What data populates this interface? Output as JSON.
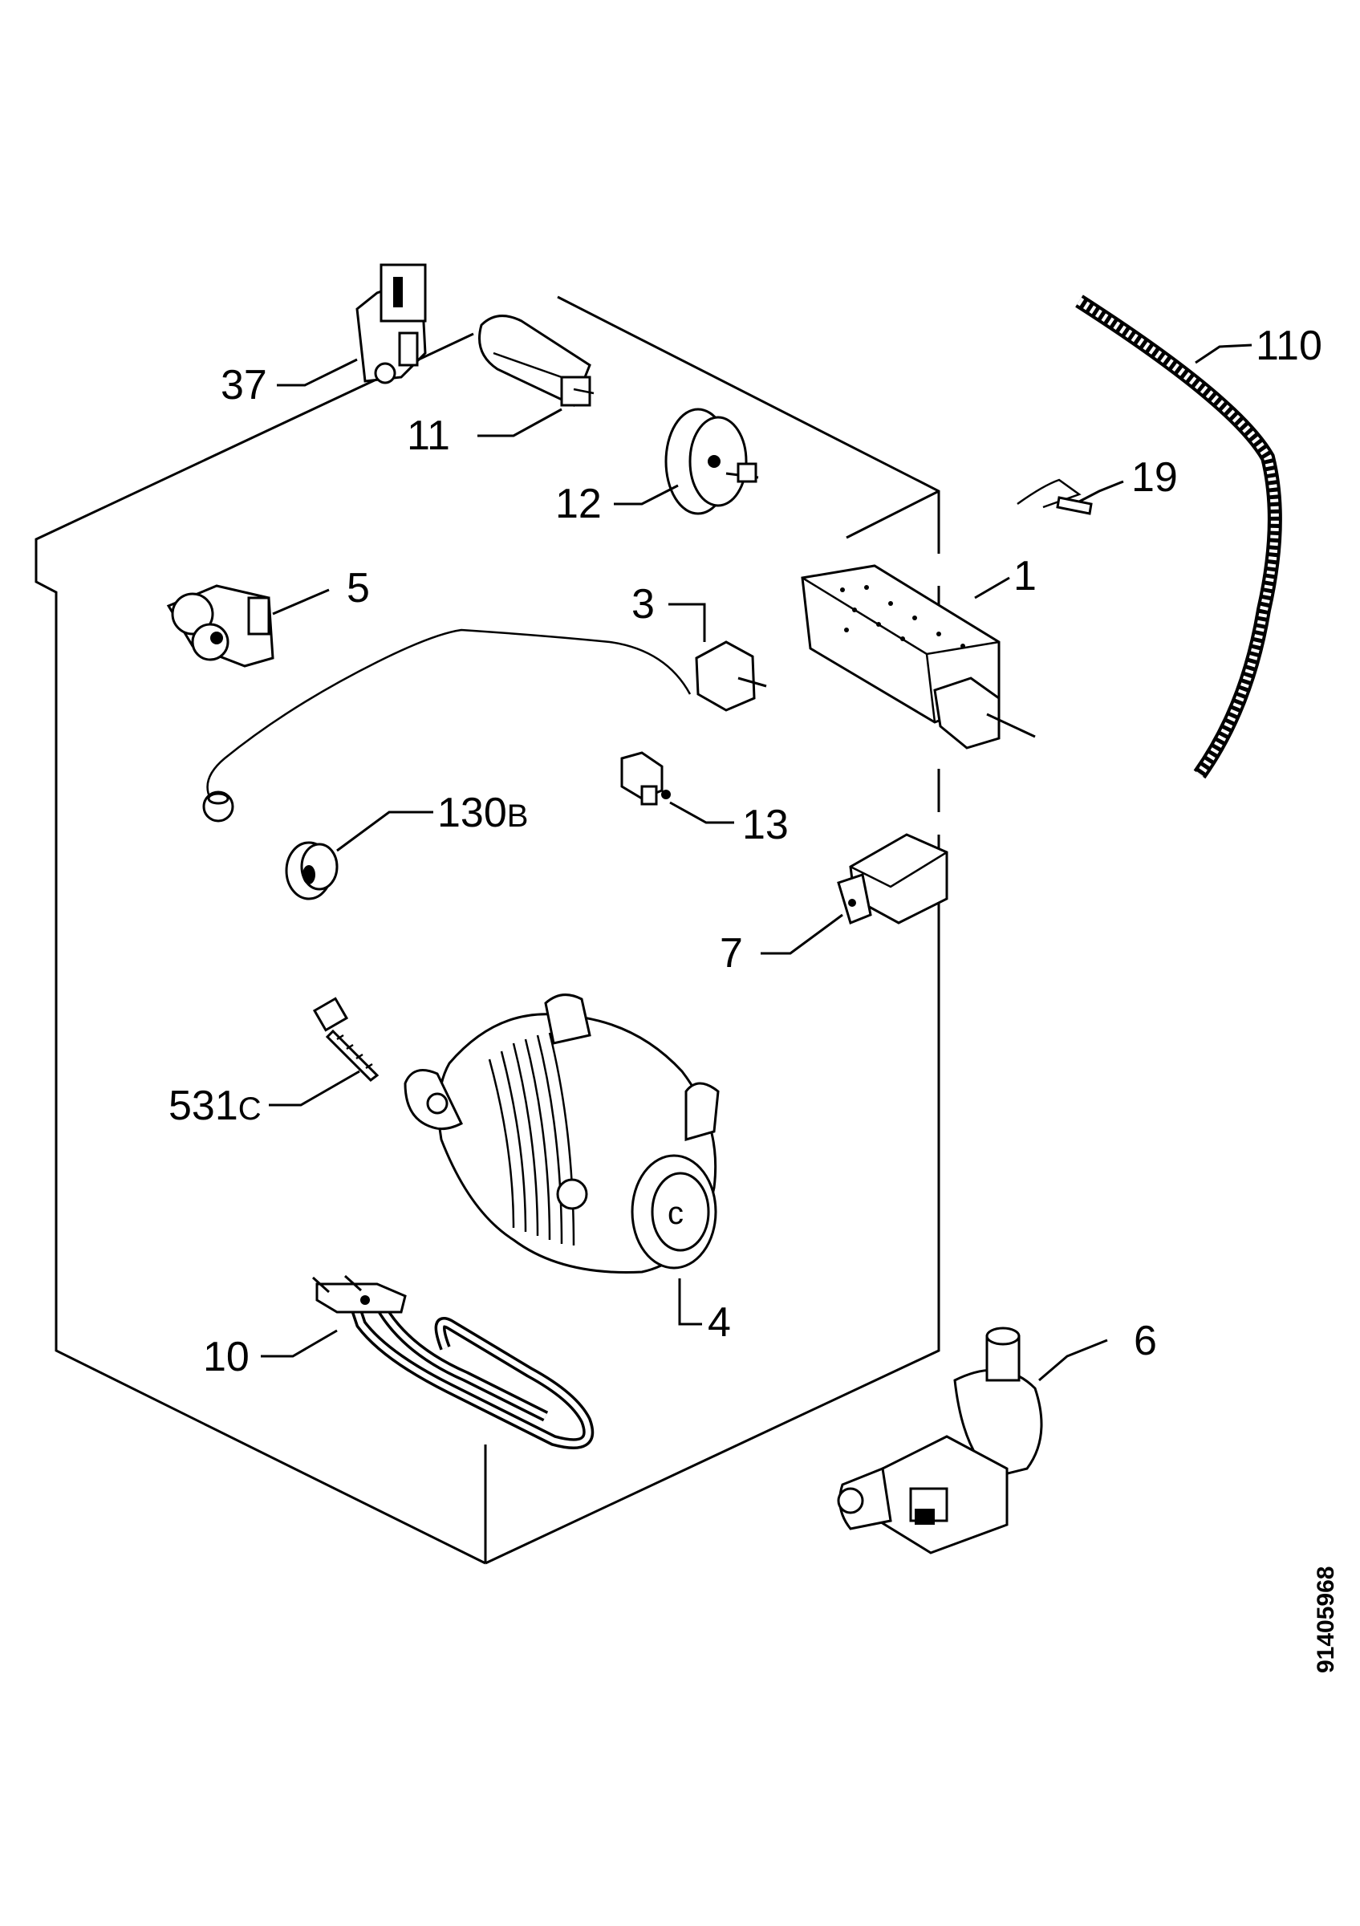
{
  "callouts": {
    "c1": "1",
    "c3": "3",
    "c4": "4",
    "c5": "5",
    "c6": "6",
    "c7": "7",
    "c10": "10",
    "c11": "11",
    "c12": "12",
    "c13": "13",
    "c19": "19",
    "c37": "37",
    "c110": "110",
    "c130": {
      "num": "130",
      "suffix": "B"
    },
    "c531": {
      "num": "531",
      "suffix": "C"
    }
  },
  "document_number": "91405968"
}
